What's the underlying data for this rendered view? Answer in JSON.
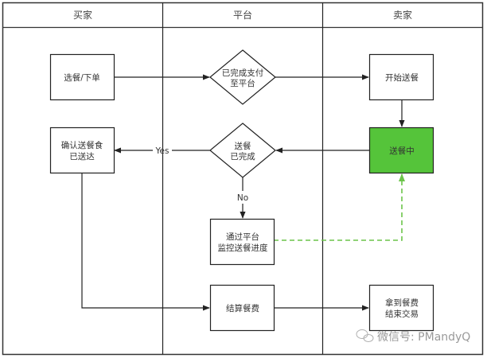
{
  "lanes": [
    {
      "title": "买家"
    },
    {
      "title": "平台"
    },
    {
      "title": "卖家"
    }
  ],
  "nodes": {
    "select_order": {
      "type": "process",
      "lines": [
        "选餐/下单"
      ]
    },
    "payment_check": {
      "type": "decision",
      "lines": [
        "已完成支付",
        "至平台"
      ]
    },
    "start_delivery": {
      "type": "process",
      "lines": [
        "开始送餐"
      ]
    },
    "confirm_delivered": {
      "type": "process",
      "lines": [
        "确认送餐食",
        "已送达"
      ]
    },
    "delivery_done": {
      "type": "decision",
      "lines": [
        "送餐",
        "已完成"
      ]
    },
    "delivering": {
      "type": "process",
      "lines": [
        "送餐中"
      ],
      "highlight": true
    },
    "monitor": {
      "type": "process",
      "lines": [
        "通过平台",
        "监控送餐进度"
      ]
    },
    "settle": {
      "type": "process",
      "lines": [
        "结算餐费"
      ]
    },
    "receive_payment": {
      "type": "process",
      "lines": [
        "拿到餐费",
        "结束交易"
      ]
    }
  },
  "edges": [
    {
      "from": "select_order",
      "to": "payment_check",
      "label": ""
    },
    {
      "from": "payment_check",
      "to": "start_delivery",
      "label": ""
    },
    {
      "from": "start_delivery",
      "to": "delivering",
      "label": ""
    },
    {
      "from": "delivering",
      "to": "delivery_done",
      "label": ""
    },
    {
      "from": "delivery_done",
      "to": "confirm_delivered",
      "label": "Yes"
    },
    {
      "from": "delivery_done",
      "to": "monitor",
      "label": "No"
    },
    {
      "from": "monitor",
      "to": "delivering",
      "label": "",
      "style": "dashed"
    },
    {
      "from": "confirm_delivered",
      "to": "settle",
      "label": ""
    },
    {
      "from": "settle",
      "to": "receive_payment",
      "label": ""
    }
  ],
  "colors": {
    "highlight_fill": "#55c43a",
    "dashed_edge": "#6cc44a",
    "stroke": "#222222"
  },
  "watermark": {
    "icon": "wechat-icon",
    "text": "微信号: PMandyQ"
  }
}
